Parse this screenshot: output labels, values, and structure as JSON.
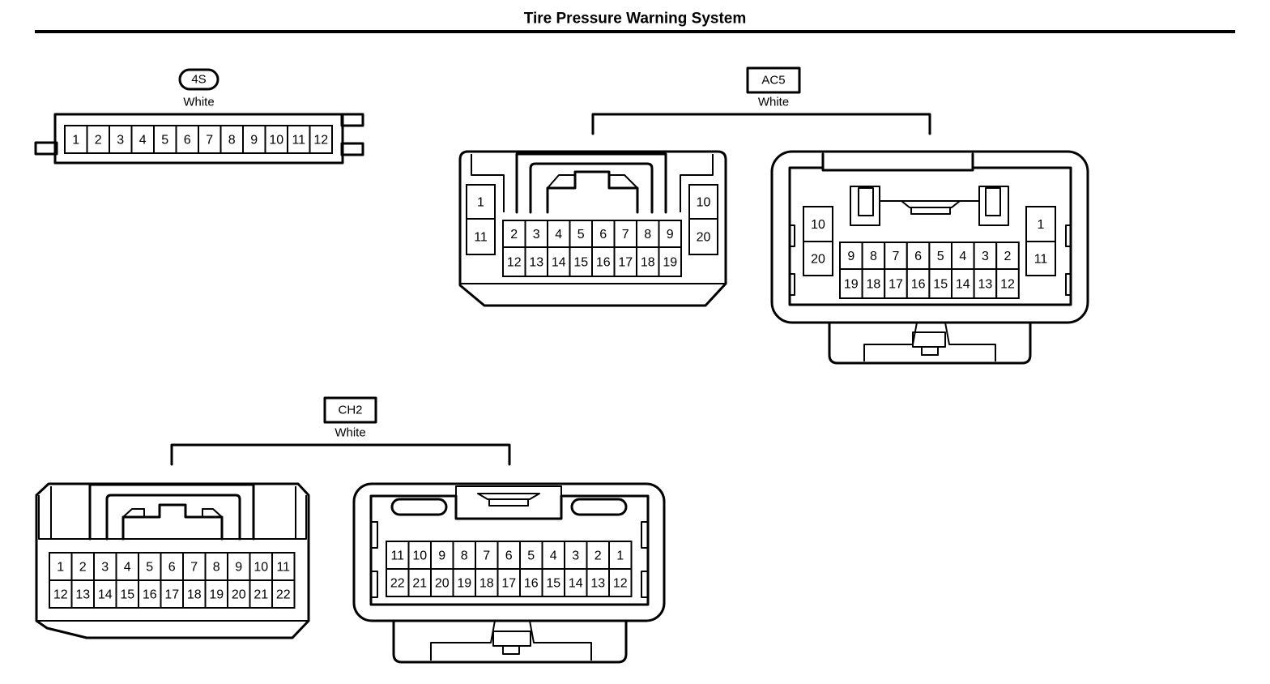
{
  "title": "Tire Pressure Warning System",
  "connectors": {
    "c4s": {
      "code": "4S",
      "color": "White",
      "row1": [
        "1",
        "2",
        "3",
        "4",
        "5",
        "6",
        "7",
        "8",
        "9",
        "10",
        "11",
        "12"
      ]
    },
    "ac5": {
      "code": "AC5",
      "color": "White",
      "left": {
        "side_top": "1",
        "side_bottom": "11",
        "row1": [
          "2",
          "3",
          "4",
          "5",
          "6",
          "7",
          "8",
          "9"
        ],
        "row2": [
          "12",
          "13",
          "14",
          "15",
          "16",
          "17",
          "18",
          "19"
        ],
        "side2_top": "10",
        "side2_bottom": "20"
      },
      "right": {
        "side_top": "10",
        "side_bottom": "20",
        "row1": [
          "9",
          "8",
          "7",
          "6",
          "5",
          "4",
          "3",
          "2"
        ],
        "row2": [
          "19",
          "18",
          "17",
          "16",
          "15",
          "14",
          "13",
          "12"
        ],
        "side2_top": "1",
        "side2_bottom": "11"
      }
    },
    "ch2": {
      "code": "CH2",
      "color": "White",
      "left": {
        "row1": [
          "1",
          "2",
          "3",
          "4",
          "5",
          "6",
          "7",
          "8",
          "9",
          "10",
          "11"
        ],
        "row2": [
          "12",
          "13",
          "14",
          "15",
          "16",
          "17",
          "18",
          "19",
          "20",
          "21",
          "22"
        ]
      },
      "right": {
        "row1": [
          "11",
          "10",
          "9",
          "8",
          "7",
          "6",
          "5",
          "4",
          "3",
          "2",
          "1"
        ],
        "row2": [
          "22",
          "21",
          "20",
          "19",
          "18",
          "17",
          "16",
          "15",
          "14",
          "13",
          "12"
        ]
      }
    }
  }
}
